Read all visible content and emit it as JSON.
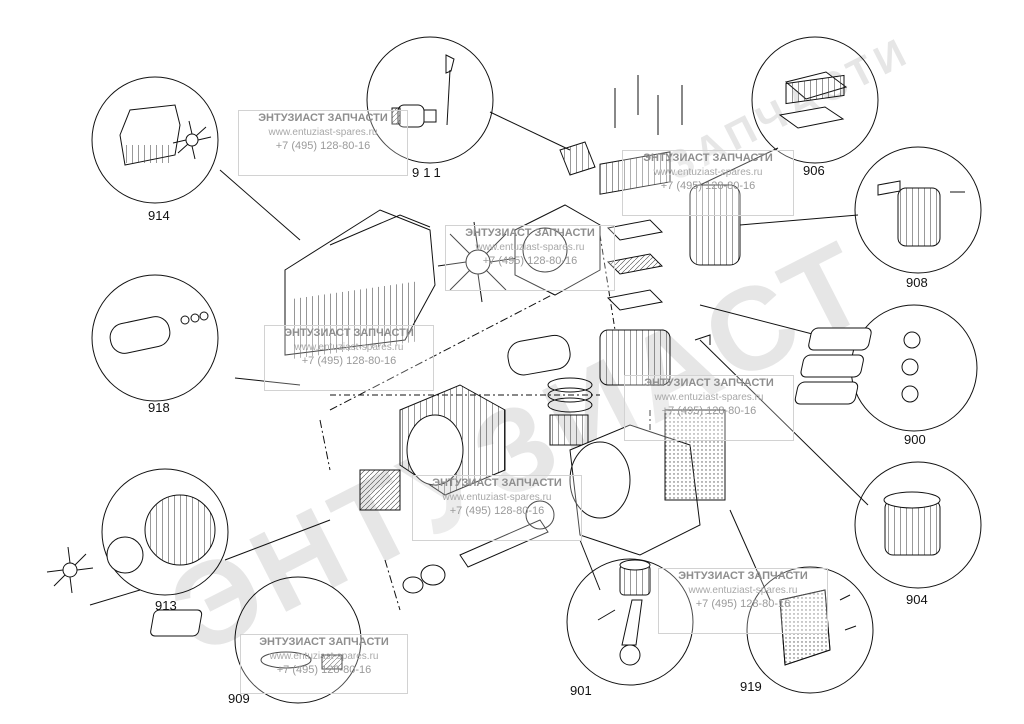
{
  "callouts": [
    "906",
    "908",
    "900",
    "904",
    "911",
    "914",
    "918",
    "913",
    "909",
    "901",
    "919"
  ],
  "watermark": {
    "company": "ЭНТУЗИАСТ ЗАПЧАСТИ",
    "site": "www.entuziast-spares.ru",
    "phone": "+7 (495) 128-80-16",
    "big_text": "ЭНТУЗИАСТ",
    "big_text_small": "ЗАПЧАСТИ"
  }
}
